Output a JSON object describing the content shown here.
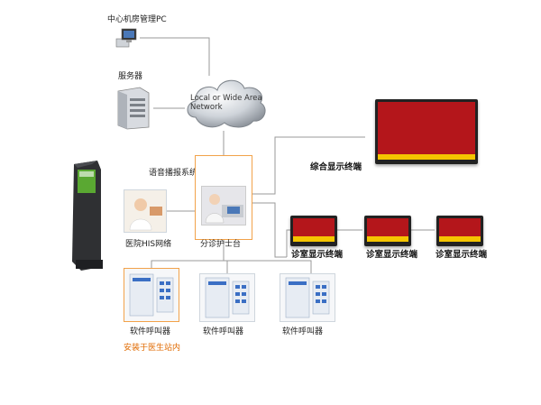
{
  "nodes": {
    "pc_label": "中心机房管理PC",
    "server_label": "服务器",
    "network_label": "Local or Wide Area Network",
    "voice_system_label": "语音播报系统",
    "his_label": "医院HIS网络",
    "nurse_station_label": "分诊护士台",
    "main_display_label": "综合显示终端",
    "room_display_labels": [
      "诊室显示终端",
      "诊室显示终端",
      "诊室显示终端"
    ],
    "pager_labels": [
      "软件呼叫器",
      "软件呼叫器",
      "软件呼叫器"
    ],
    "pager_note": "安装于医生站内"
  },
  "colors": {
    "line": "#9a9a9a",
    "highlight": "#f2a24a",
    "note_text": "#e06a00",
    "screen_red": "#b4161b",
    "screen_yellow": "#f5c400"
  }
}
